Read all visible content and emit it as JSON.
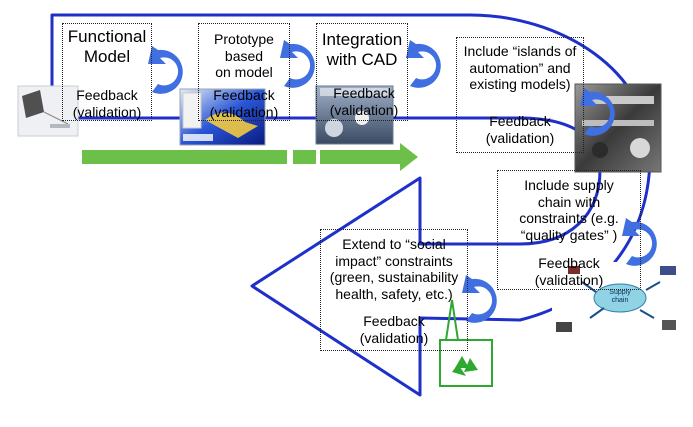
{
  "colors": {
    "outline_arrow": "#1f2fc9",
    "cycle_arrow": "#3f6fe0",
    "progress_arrow": "#6cc04a",
    "recycle_green": "#2fa832",
    "box_border": "#222222"
  },
  "stages": [
    {
      "title": "Functional\nModel",
      "feedback": "Feedback\n(validation)"
    },
    {
      "title": "Prototype\nbased\non model",
      "feedback": "Feedback\n(validation)"
    },
    {
      "title": "Integration\nwith CAD",
      "feedback": "Feedback\n(validation)"
    },
    {
      "title": "Include “islands of\nautomation” and\nexisting models)",
      "feedback": "Feedback\n(validation)"
    },
    {
      "title": "Include supply\nchain with\nconstraints (e.g.\n“quality gates” )",
      "feedback": "Feedback\n(validation)"
    },
    {
      "title": "Extend to “social\nimpact” constraints\n(green, sustainability\nhealth, safety, etc.)",
      "feedback": "Feedback\n(validation)"
    }
  ],
  "supply_chain_label": "Supply\nchain",
  "icons": [
    "cycle-arrow-icon",
    "recycle-icon",
    "progress-arrow-icon"
  ]
}
